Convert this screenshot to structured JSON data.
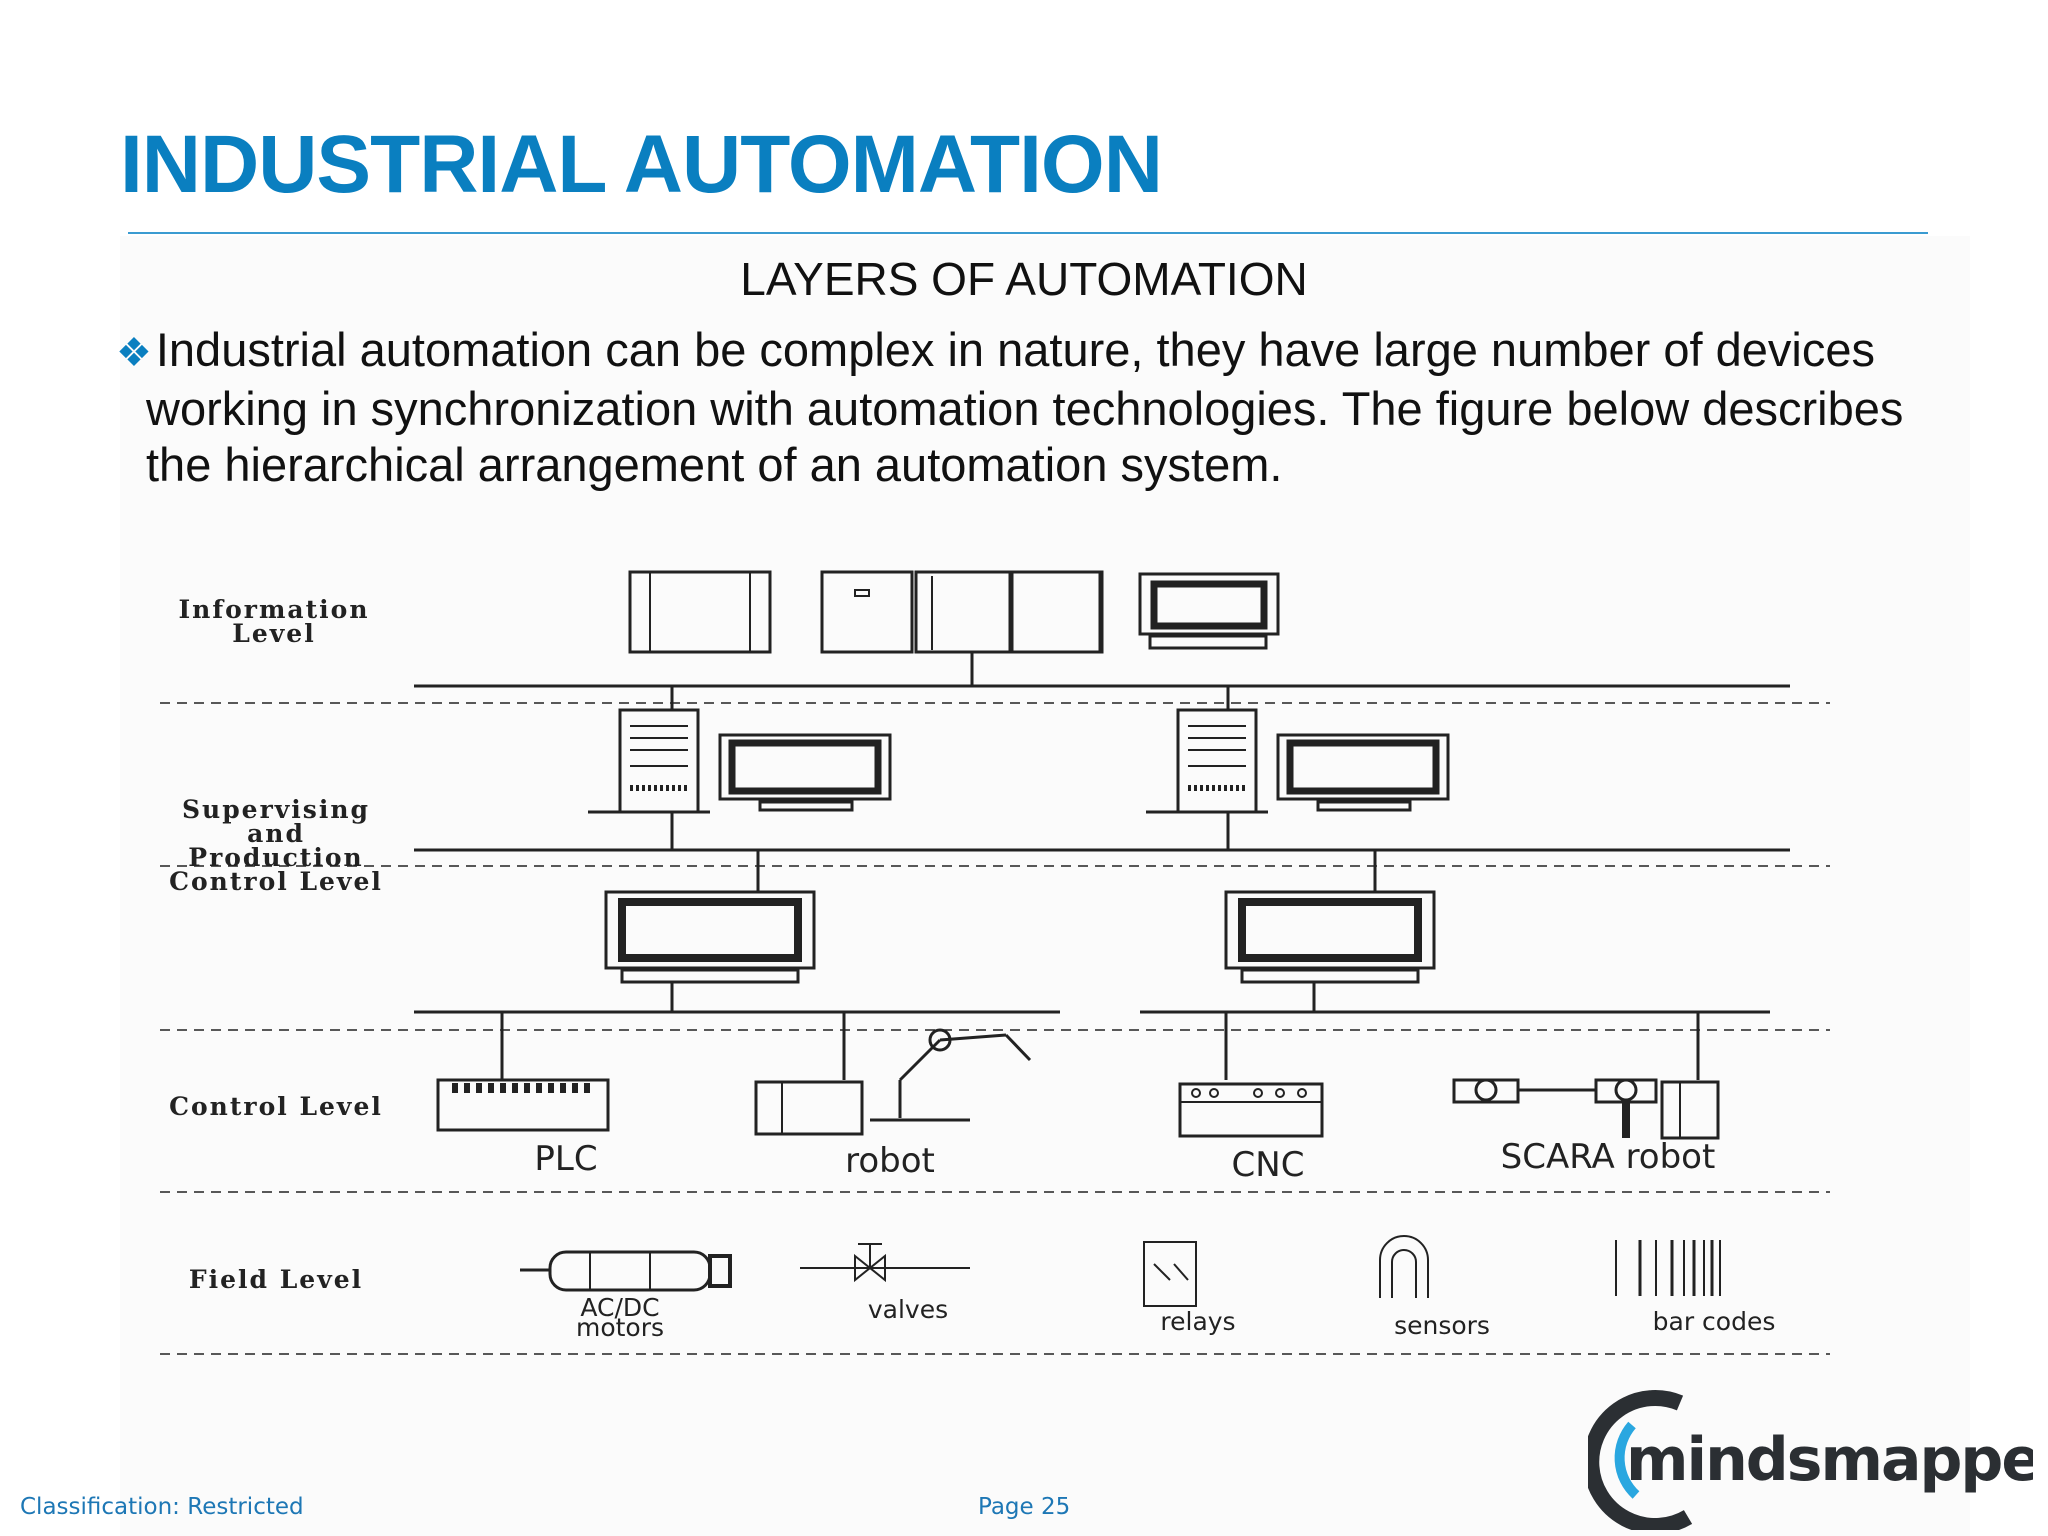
{
  "slide": {
    "title": "INDUSTRIAL AUTOMATION",
    "subheading": "LAYERS OF AUTOMATION",
    "bullet_icon": "diamond-bullet-icon",
    "bullet_text": "Industrial automation can be complex in nature, they have large number of devices working in synchronization with automation technologies. The figure below describes the hierarchical arrangement of an automation system."
  },
  "diagram": {
    "levels": {
      "information": [
        "Information",
        "Level"
      ],
      "supervising": [
        "Supervising",
        "and",
        "Production",
        "Control Level"
      ],
      "control": "Control Level",
      "field": "Field Level"
    },
    "control_devices": {
      "plc": "PLC",
      "robot": "robot",
      "cnc": "CNC",
      "scara": "SCARA robot"
    },
    "field_devices": {
      "motors": [
        "AC/DC",
        "motors"
      ],
      "valves": "valves",
      "relays": "relays",
      "sensors": "sensors",
      "barcodes": "bar codes"
    }
  },
  "footer": {
    "classification": "Classification: Restricted",
    "page": "Page 25"
  },
  "logo": {
    "text": "mindsmapped",
    "colors": {
      "dark": "#2b2f33",
      "accent": "#2aa7e0"
    }
  }
}
